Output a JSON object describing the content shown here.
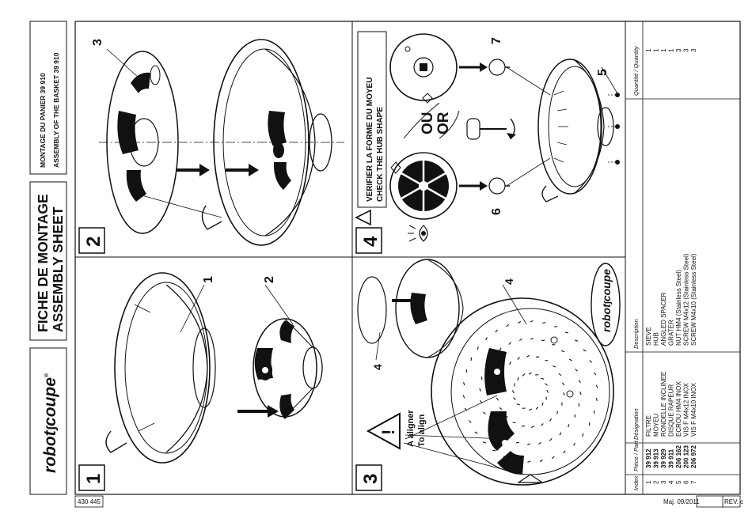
{
  "header": {
    "brand_left": "robot",
    "brand_right": "coupe",
    "brand_mark": "®",
    "title_fr": "FICHE DE MONTAGE",
    "title_en": "ASSEMBLY SHEET",
    "subtitle_fr": "MONTAGE DU PANIER 39 910",
    "subtitle_en": "ASSEMBLY OF THE BASKET 39 910"
  },
  "steps": [
    {
      "number": "1"
    },
    {
      "number": "2"
    },
    {
      "number": "3",
      "warning_fr": "A aligner",
      "warning_en": "To align"
    },
    {
      "number": "4",
      "check_fr": "VERIFIER LA FORME DU MOYEU",
      "check_en": "CHECK THE HUB SHAPE",
      "or_fr": "OU",
      "or_en": "OR"
    }
  ],
  "callouts": {
    "step1": [
      "1",
      "2"
    ],
    "step2": [
      "3"
    ],
    "step3": [
      "4",
      "4"
    ],
    "step4": [
      "5",
      "6",
      "7"
    ]
  },
  "disc_logo": {
    "left": "robot",
    "right": "coupe"
  },
  "table": {
    "headers": {
      "index": "Index",
      "part": "Pièce / Part",
      "designation": "Désignation",
      "description": "Description",
      "quantity": "Quantité / Quantity"
    },
    "rows": [
      {
        "index": "1",
        "part": "39 912",
        "designation": "FILTRE",
        "description": "SIEVE",
        "qty": "1"
      },
      {
        "index": "2",
        "part": "39 913",
        "designation": "MOYEU",
        "description": "HUB",
        "qty": "1"
      },
      {
        "index": "3",
        "part": "39 929",
        "designation": "RONDELLE INCLINEE",
        "description": "ANGLED SPACER",
        "qty": "1"
      },
      {
        "index": "4",
        "part": "39 911",
        "designation": "DISQUE RAPEUR",
        "description": "GRATER",
        "qty": "1"
      },
      {
        "index": "5",
        "part": "206 162",
        "designation": "ECROU HM4 INOX",
        "description": "NUT HM4 (Stainless Steel)",
        "qty": "3"
      },
      {
        "index": "6",
        "part": "200 123",
        "designation": "VIS F M4x12 INOX",
        "description": "SCREW M4x12 (Stainless Steel)",
        "qty": "3"
      },
      {
        "index": "7",
        "part": "206 972",
        "designation": "VIS F M4x10 INOX",
        "description": "SCREW M4x10 (Stainless Steel)",
        "qty": "3"
      }
    ]
  },
  "footer": {
    "doc_number": "430 445",
    "revision_date": "Maj. 09/2011",
    "revision_code": "REV. c"
  }
}
